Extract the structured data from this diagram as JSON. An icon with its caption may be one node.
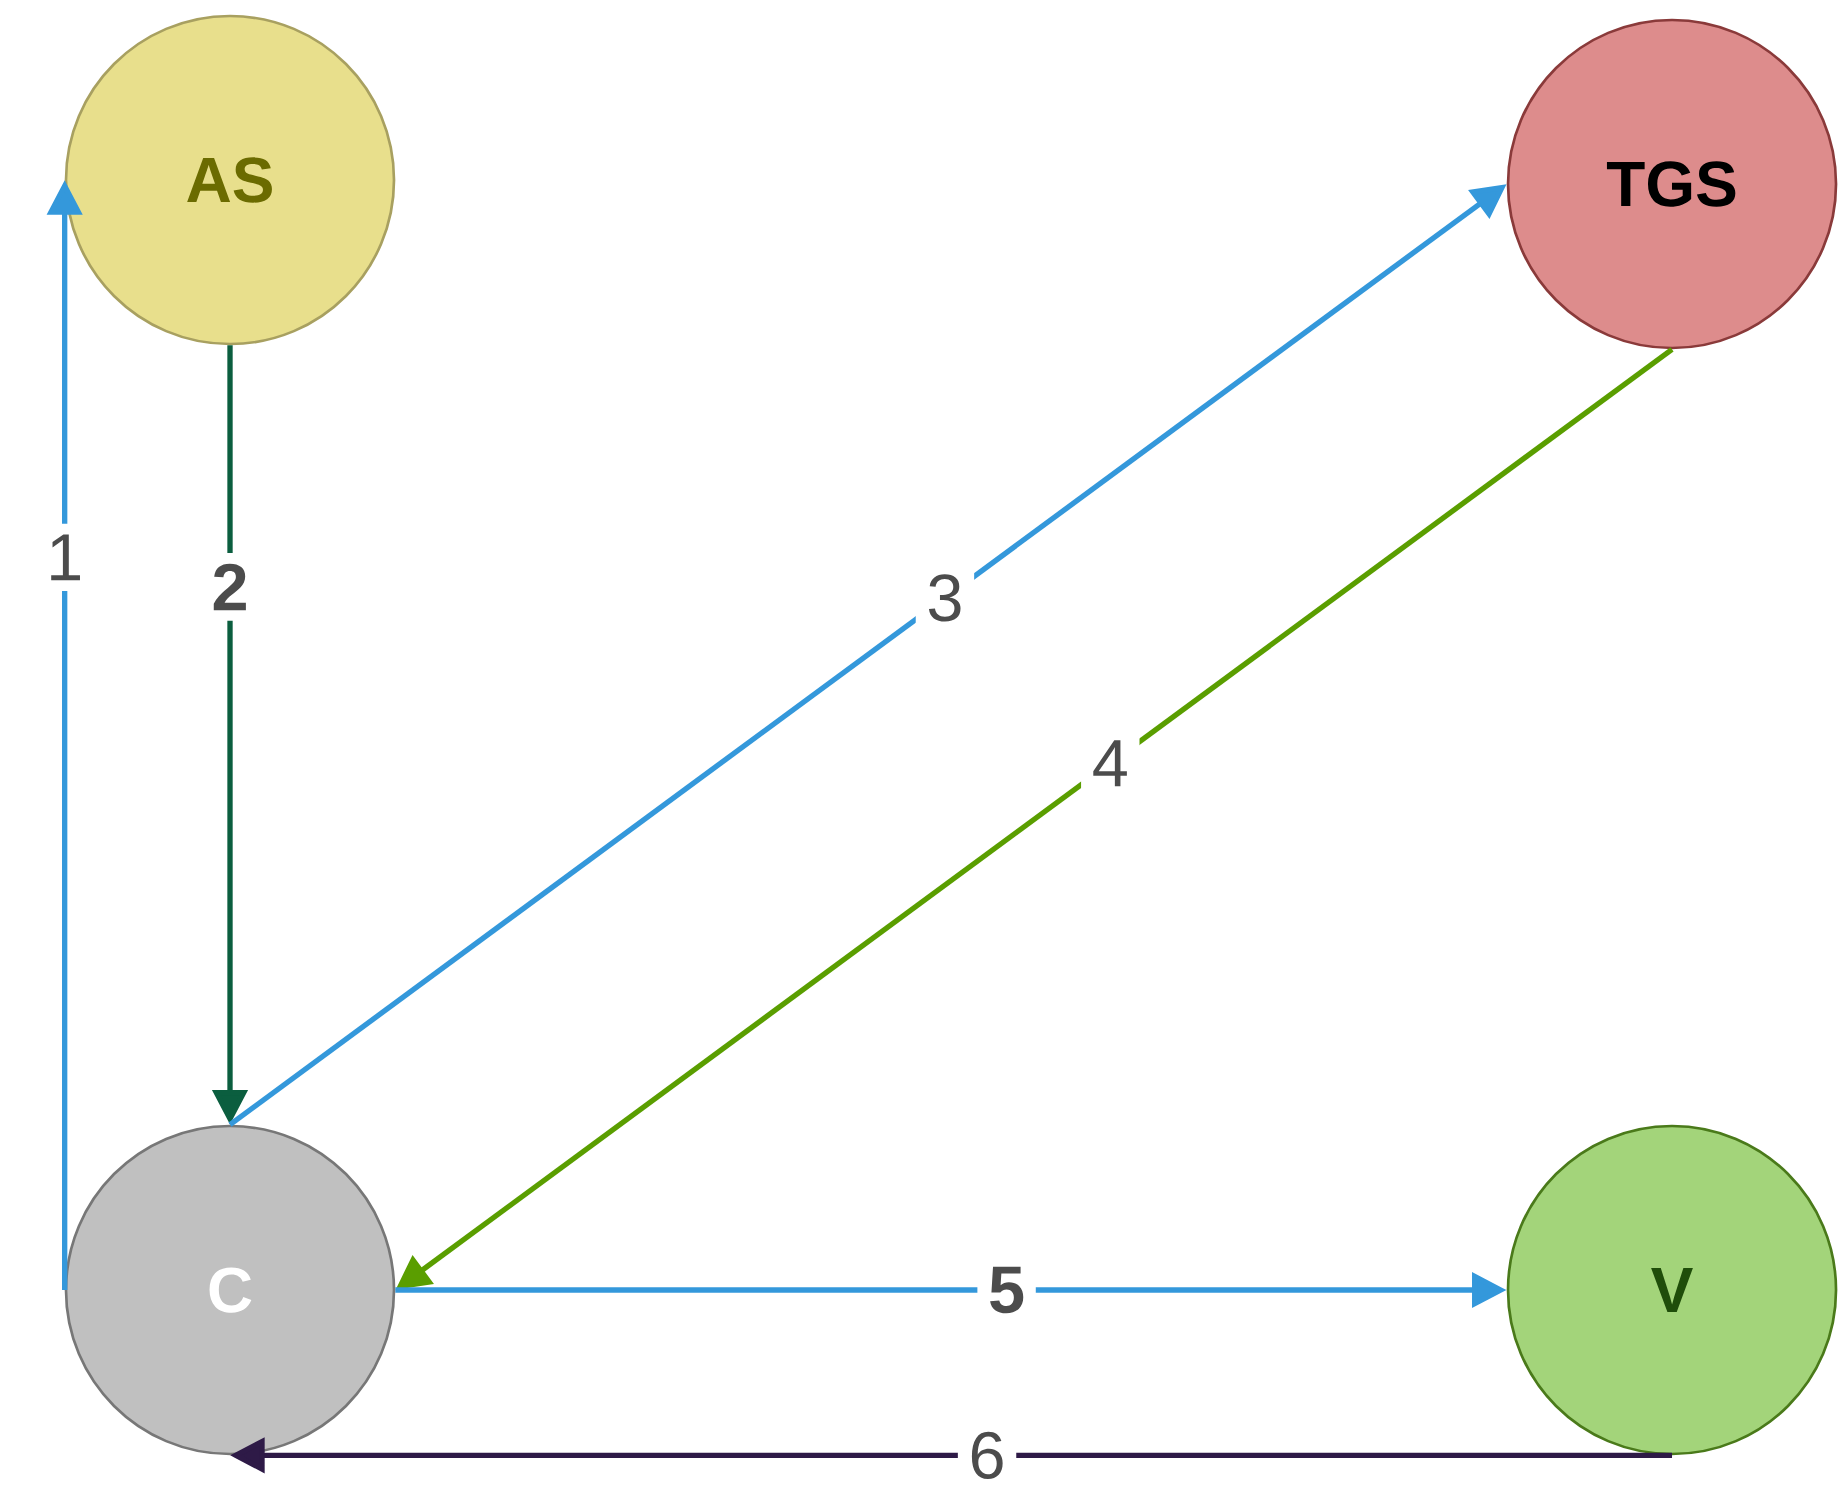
{
  "diagram": {
    "nodes": [
      {
        "text": [
          "AS"
        ]
      },
      {
        "text": [
          "TGS"
        ]
      },
      {
        "text": [
          "C"
        ]
      },
      {
        "text": [
          "V"
        ]
      }
    ],
    "edges": [
      {
        "from": 2,
        "to": 0,
        "arrow": "to",
        "label": "1"
      },
      {
        "from": 0,
        "to": 2,
        "arrow": "to",
        "label": "2",
        "color": "#0b5e3f"
      },
      {
        "from": 2,
        "to": 1,
        "arrow": "to",
        "label": "3"
      },
      {
        "from": 1,
        "to": 2,
        "arrow": "to",
        "label": "4",
        "color": "#5a9e00"
      },
      {
        "from": 2,
        "to": 3,
        "arrow": "to",
        "label": "5"
      },
      {
        "from": 3,
        "to": 2,
        "arrow": "to",
        "label": "6",
        "color": "#2e1a47"
      }
    ]
  }
}
